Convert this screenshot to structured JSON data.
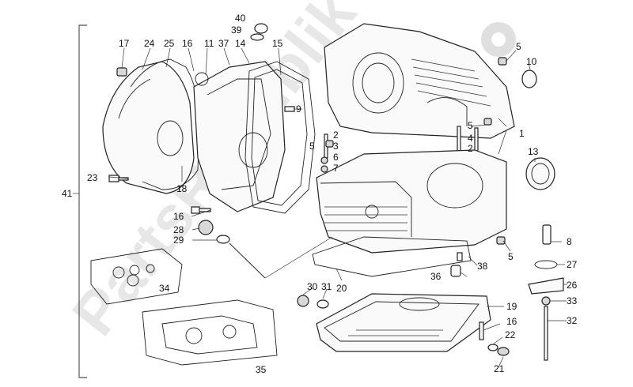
{
  "diagram": {
    "callouts": [
      "40",
      "39",
      "17",
      "24",
      "25",
      "16",
      "11",
      "37",
      "14",
      "15",
      "9",
      "5",
      "10",
      "2",
      "3",
      "5",
      "6",
      "7",
      "4",
      "2",
      "5",
      "1",
      "13",
      "23",
      "18",
      "16",
      "28",
      "29",
      "41",
      "8",
      "27",
      "26",
      "33",
      "32",
      "34",
      "30",
      "31",
      "20",
      "38",
      "36",
      "5",
      "19",
      "16",
      "22",
      "21",
      "35"
    ],
    "watermark": "PartsRepublik"
  }
}
